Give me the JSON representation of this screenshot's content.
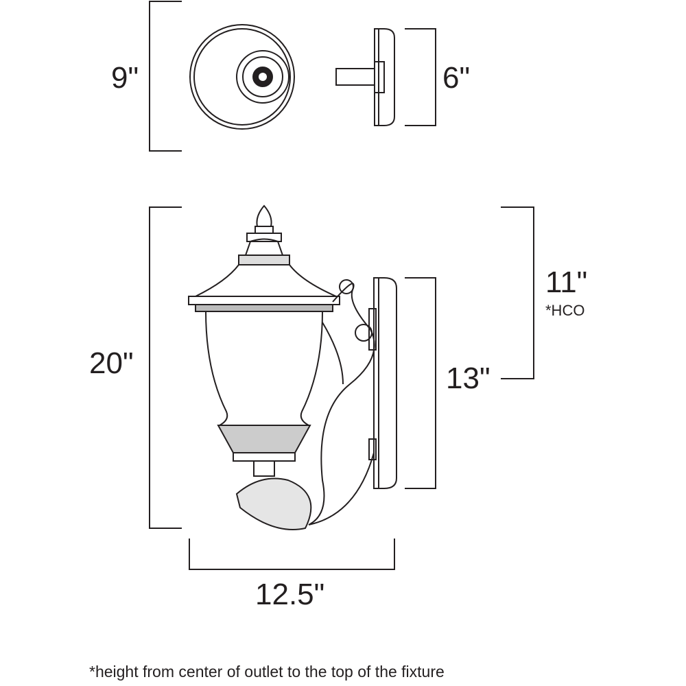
{
  "dimensions": {
    "canopy_diameter": "9\"",
    "canopy_depth": "6\"",
    "overall_height": "20\"",
    "backplate_height": "13\"",
    "hco": "11\"",
    "hco_label": "*HCO",
    "extension": "12.5\""
  },
  "footnote": "*height from center of outlet to the top of the fixture",
  "colors": {
    "line": "#231f20",
    "background": "#ffffff"
  }
}
